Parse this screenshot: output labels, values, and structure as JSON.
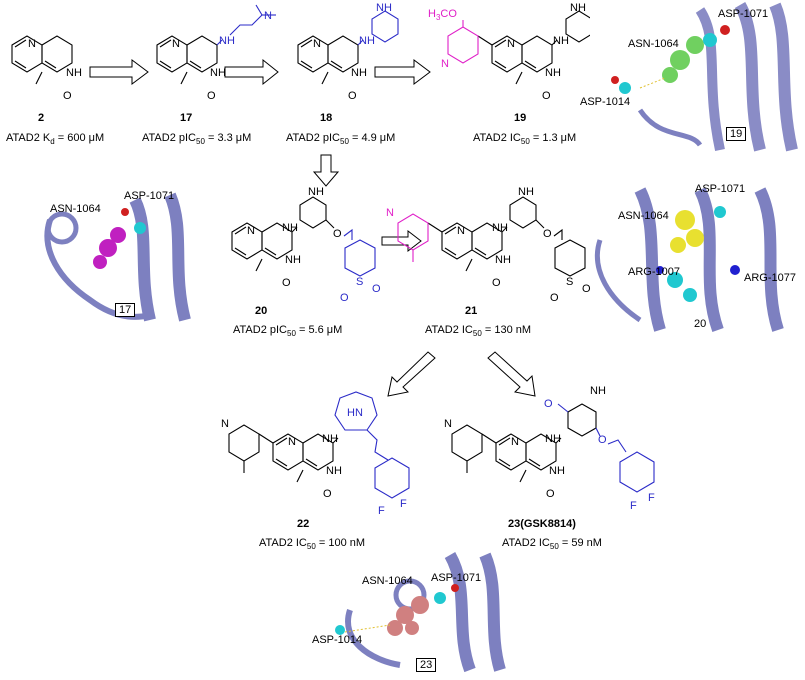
{
  "compounds": [
    {
      "id": "2",
      "number": "2",
      "activity": "ATAD2  K",
      "activity_sub": "d",
      "activity_val": " = 600 μM"
    },
    {
      "id": "17",
      "number": "17",
      "activity": "ATAD2  pIC",
      "activity_sub": "50",
      "activity_val": " = 3.3 μM"
    },
    {
      "id": "18",
      "number": "18",
      "activity": "ATAD2  pIC",
      "activity_sub": "50",
      "activity_val": " = 4.9 μM"
    },
    {
      "id": "19",
      "number": "19",
      "activity": "ATAD2  IC",
      "activity_sub": "50",
      "activity_val": " = 1.3 μM"
    },
    {
      "id": "20",
      "number": "20",
      "activity": "ATAD2  pIC",
      "activity_sub": "50",
      "activity_val": " = 5.6 μM"
    },
    {
      "id": "21",
      "number": "21",
      "activity": "ATAD2  IC",
      "activity_sub": "50",
      "activity_val": " = 130 nM"
    },
    {
      "id": "22",
      "number": "22",
      "activity": "ATAD2  IC",
      "activity_sub": "50",
      "activity_val": " = 100 nM"
    },
    {
      "id": "23",
      "number": "23(GSK8814)",
      "activity": "ATAD2  IC",
      "activity_sub": "50",
      "activity_val": " = 59 nM"
    }
  ],
  "atoms": {
    "N": "N",
    "NH": "NH",
    "O": "O",
    "S": "S",
    "F": "F",
    "HN": "HN",
    "H3CO": "H",
    "H3CO_sub": "3",
    "H3CO_rest": "CO"
  },
  "structures": {
    "s19": {
      "residues": [
        "ASP-1071",
        "ASN-1064",
        "ASP-1014"
      ],
      "tag": "19"
    },
    "s17": {
      "residues": [
        "ASN-1064",
        "ASP-1071"
      ],
      "tag": "17"
    },
    "s20": {
      "residues": [
        "ASP-1071",
        "ASN-1064",
        "ARG-1007",
        "ARG-1077"
      ],
      "tag": "20"
    },
    "s23": {
      "residues": [
        "ASP-1071",
        "ASN-1064",
        "ASP-1014"
      ],
      "tag": "23"
    }
  },
  "colors": {
    "highlight_blue": "#2b2bc8",
    "highlight_magenta": "#e020c8",
    "protein": "#7d80c0",
    "ligand_17": "#c020c0",
    "ligand_19": "#70d060",
    "ligand_20": "#e8e030",
    "ligand_23": "#d08080"
  }
}
